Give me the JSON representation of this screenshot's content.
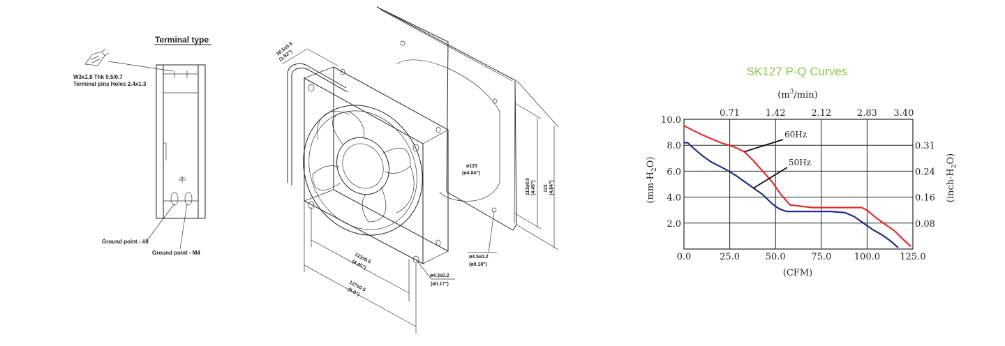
{
  "terminal": {
    "title": "Terminal type",
    "pin_spec_line1": "W3x1.8  Thk 0.5/0.7",
    "pin_spec_line2": "Terminal pins Holes 2.4x1.3",
    "ground_8": "Ground point - #8",
    "ground_m4": "Ground point - M4"
  },
  "drawing": {
    "depth": "38.5±0.5",
    "depth_in": "(1.52\")",
    "hole_center": "113±0.5",
    "hole_center_in": "(4.45\")",
    "width": "127±0.5",
    "width_in": "(5.0\")",
    "mount_hole": "ø4.3±0.2",
    "mount_hole_in": "(ø0.17\")",
    "cutout_dia": "ø123",
    "cutout_dia_in": "(ø4.84\")",
    "panel_hole": "ø4.5±0.2",
    "panel_hole_in": "(ø0.18\")",
    "vert_113": "113±0.5",
    "vert_113_in": "(4.45\")",
    "vert_123": "123",
    "vert_123_in": "(4.84\")"
  },
  "chart_data": {
    "type": "line",
    "title": "SK127 P-Q Curves",
    "title_color": "#8dc63f",
    "x_top_label_pre": "(m",
    "x_top_label_sup": "3",
    "x_top_label_post": "/min)",
    "x_top_ticks": [
      "0.71",
      "1.42",
      "2.12",
      "2.83",
      "3.40"
    ],
    "x_top_tick_positions_cfm": [
      25,
      50,
      75,
      100,
      120
    ],
    "x_bottom_label": "(CFM)",
    "x_ticks": [
      "0.0",
      "25.0",
      "50.0",
      "75.0",
      "100.0",
      "125.0"
    ],
    "xlim": [
      0,
      125
    ],
    "y_left_label_pre": "(mm-H",
    "y_left_label_sub": "2",
    "y_left_label_post": "O)",
    "y_left_ticks": [
      "10.0",
      "8.0",
      "6.0",
      "4.0",
      "2.0"
    ],
    "ylim": [
      0,
      10
    ],
    "y_right_label_pre": "(inch-H",
    "y_right_label_sub": "2",
    "y_right_label_post": "O)",
    "y_right_ticks": [
      "0.31",
      "0.24",
      "0.16",
      "0.08"
    ],
    "grid": true,
    "series": [
      {
        "name": "60Hz",
        "color": "#e8262b",
        "x": [
          0,
          10,
          20,
          27,
          33,
          38,
          43,
          48,
          53,
          58,
          64,
          70,
          80,
          90,
          97,
          100,
          105,
          110,
          115,
          120,
          124
        ],
        "y": [
          9.5,
          8.8,
          8.2,
          7.9,
          7.5,
          6.8,
          6.0,
          5.2,
          4.2,
          3.4,
          3.3,
          3.2,
          3.2,
          3.2,
          3.2,
          3.0,
          2.4,
          1.9,
          1.4,
          0.7,
          0.2
        ]
      },
      {
        "name": "50Hz",
        "color": "#1f2d86",
        "x": [
          0,
          2,
          5,
          10,
          15,
          22,
          28,
          33,
          38,
          43,
          48,
          52,
          56,
          60,
          70,
          80,
          88,
          93,
          98,
          103,
          108,
          113,
          117
        ],
        "y": [
          8.2,
          8.2,
          7.8,
          7.2,
          6.7,
          6.2,
          5.7,
          5.2,
          4.7,
          4.2,
          3.5,
          3.1,
          2.9,
          2.9,
          2.9,
          2.9,
          2.8,
          2.5,
          2.0,
          1.5,
          1.1,
          0.6,
          0.1
        ]
      }
    ]
  }
}
